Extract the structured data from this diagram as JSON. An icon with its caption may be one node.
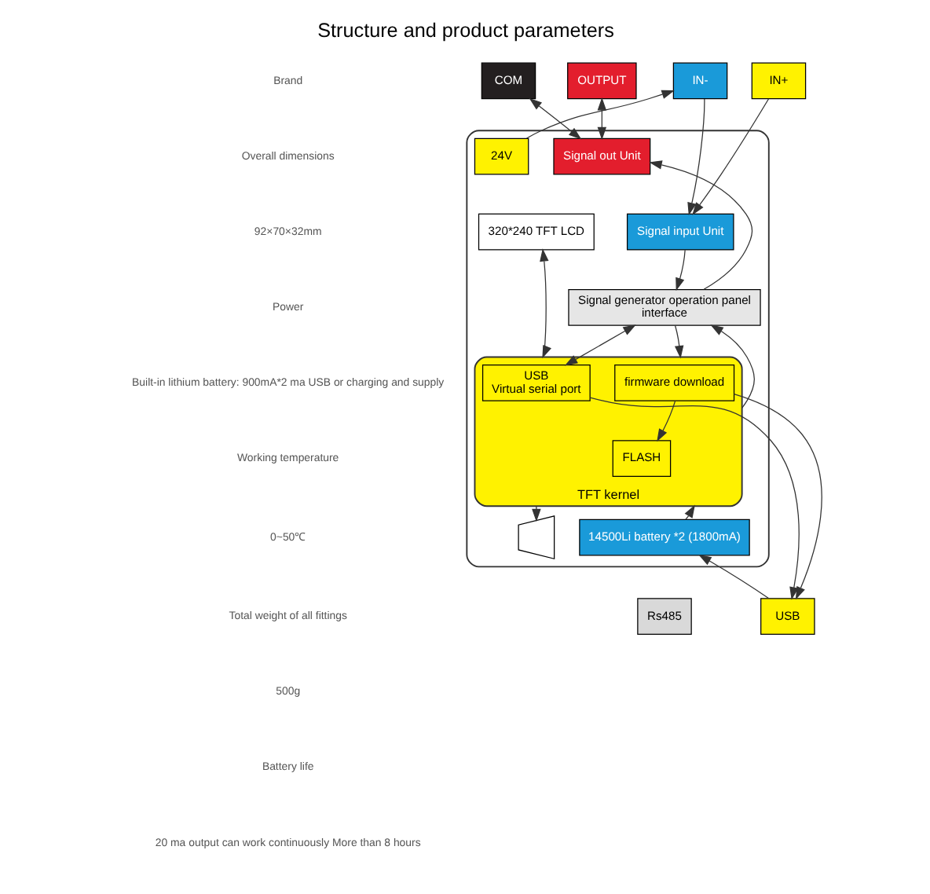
{
  "diagram": {
    "title": "Structure and product parameters",
    "nodes": [
      {
        "text": [
          "COM"
        ]
      },
      {
        "text": [
          "OUTPUT"
        ]
      },
      {
        "text": [
          "IN-"
        ]
      },
      {
        "text": [
          "IN+"
        ]
      },
      {
        "text": [],
        "shape": "box"
      },
      {
        "text": [
          "Signal out Unit"
        ],
        "in": 4
      },
      {
        "text": [
          "Signal input Unit"
        ],
        "in": 4
      },
      {
        "text": [
          "24V"
        ],
        "in": 4
      },
      {
        "text": [
          "320*240 TFT LCD"
        ],
        "in": 4
      },
      {
        "text": [
          "Signal generator operation panel",
          "interface"
        ],
        "in": 4
      },
      {
        "text": [
          "TFT kernel"
        ],
        "in": 4
      },
      {
        "text": [
          "USB",
          "Virtual serial port"
        ],
        "in": 10
      },
      {
        "text": [
          "firmware download"
        ],
        "in": 10
      },
      {
        "text": [
          "FLASH"
        ],
        "in": 10
      },
      {
        "text": [],
        "shape": "speaker",
        "in": 4
      },
      {
        "text": [
          "14500Li battery *2 (1800mA)"
        ],
        "in": 4
      },
      {
        "text": [
          "USB"
        ]
      },
      {
        "text": [
          "Rs485"
        ]
      }
    ],
    "edges": [
      {
        "from": 0,
        "to": 5,
        "arrow": "both"
      },
      {
        "from": 1,
        "to": 5,
        "arrow": "both"
      },
      {
        "from": 2,
        "to": 6,
        "arrow": "to"
      },
      {
        "from": 7,
        "to": 2,
        "arrow": "to"
      },
      {
        "from": 3,
        "to": 6,
        "arrow": "to"
      },
      {
        "from": 9,
        "to": 5,
        "arrow": "to"
      },
      {
        "from": 6,
        "to": 9,
        "arrow": "to"
      },
      {
        "from": 8,
        "to": 10,
        "arrow": "both"
      },
      {
        "from": 9,
        "to": 10,
        "arrow": "to"
      },
      {
        "from": 10,
        "to": 9,
        "arrow": "to"
      },
      {
        "from": 11,
        "to": 9,
        "arrow": "both"
      },
      {
        "from": 10,
        "to": 14,
        "arrow": "to"
      },
      {
        "from": 11,
        "to": 16,
        "arrow": "to"
      },
      {
        "from": 12,
        "to": 16,
        "arrow": "to"
      },
      {
        "from": 12,
        "to": 13,
        "arrow": "to"
      },
      {
        "from": 16,
        "to": 15,
        "arrow": "to"
      },
      {
        "from": 15,
        "to": 10,
        "arrow": "to"
      }
    ],
    "labels": [
      "Brand",
      "Overall dimensions",
      "92×70×32mm",
      "Power",
      "Built-in lithium battery: 900mA*2 ma USB or charging and supply",
      "Working temperature",
      "0~50℃",
      "Total weight of all fittings",
      "500g",
      "Battery life",
      "20 ma output can work continuously More than 8 hours"
    ]
  }
}
